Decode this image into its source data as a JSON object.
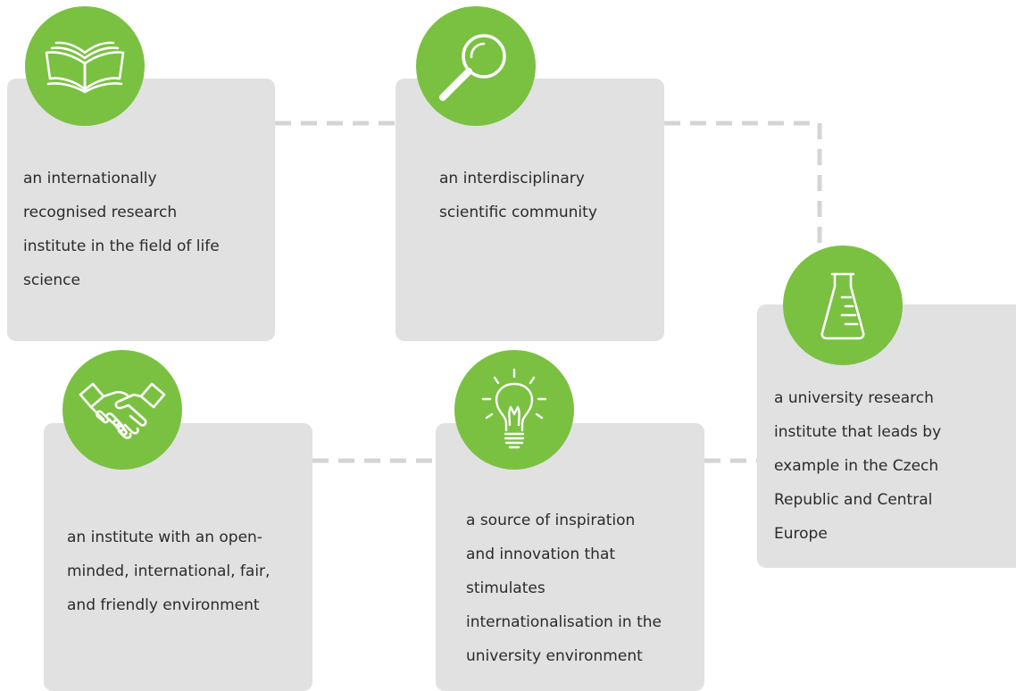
{
  "cards": [
    {
      "id": "research-institute",
      "icon": "open-book-icon",
      "text": "an internationally\nrecognised research\ninstitute in the field of life\nscience"
    },
    {
      "id": "scientific-community",
      "icon": "magnifying-glass-icon",
      "text": "an interdisciplinary\nscientific community"
    },
    {
      "id": "university-institute",
      "icon": "flask-icon",
      "text": "a university research\ninstitute that leads by\nexample in the Czech\nRepublic and Central\nEurope"
    },
    {
      "id": "open-environment",
      "icon": "handshake-icon",
      "text": "an institute with an open-\nminded, international, fair,\nand friendly environment"
    },
    {
      "id": "inspiration-source",
      "icon": "lightbulb-icon",
      "text": "a source of inspiration\nand innovation that\nstimulates\ninternationalisation in the\nuniversity environment"
    }
  ],
  "colors": {
    "accent": "#7ac142",
    "card_background": "#e1e1e1",
    "connector": "#d4d4d4",
    "text": "#2b2b2b",
    "icon_stroke": "#ffffff"
  }
}
